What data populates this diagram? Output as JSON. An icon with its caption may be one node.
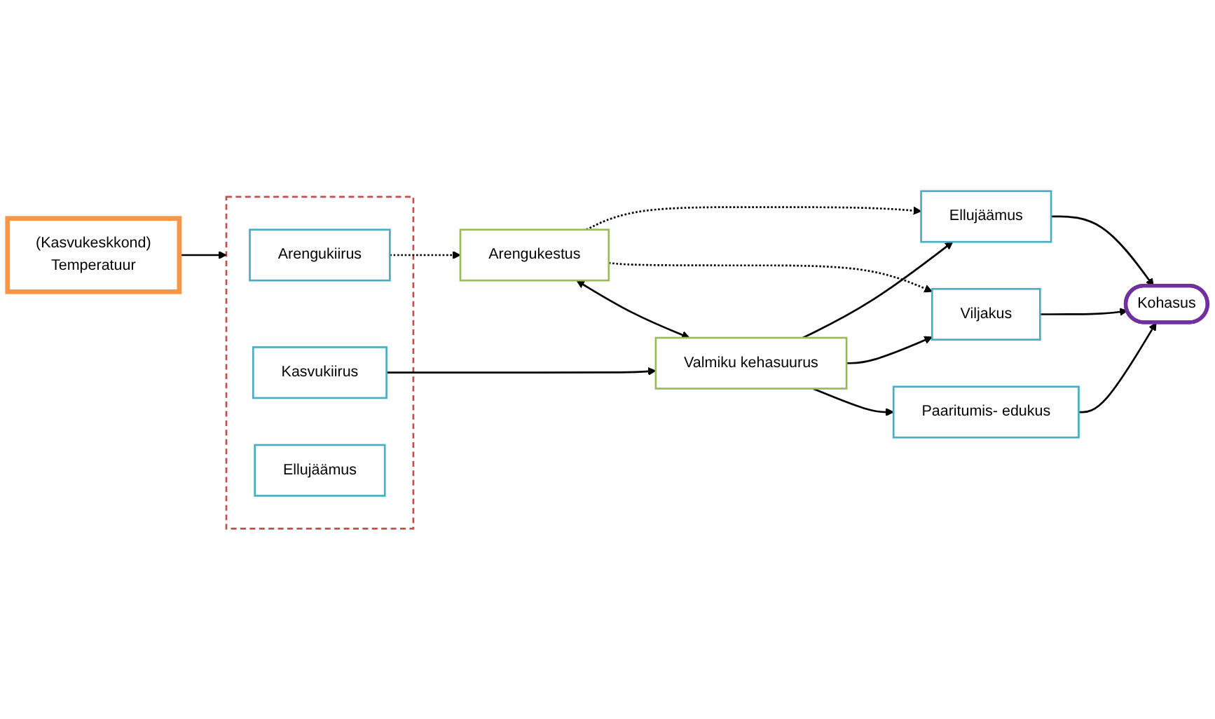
{
  "diagram": {
    "nodes": [
      {
        "text": [
          "(Kasvukeskkond)",
          "Temperatuur"
        ]
      },
      {
        "text": [],
        "shape": "box"
      },
      {
        "text": [
          "Arengukiirus"
        ],
        "in": 1
      },
      {
        "text": [
          "Kasvukiirus"
        ],
        "in": 1
      },
      {
        "text": [
          "Ellujäämus"
        ],
        "in": 1
      },
      {
        "text": [
          "Arengukestus"
        ]
      },
      {
        "text": [
          "Valmiku kehasuurus"
        ]
      },
      {
        "text": [
          "Paaritumis- edukus"
        ]
      },
      {
        "text": [
          "Viljakus"
        ]
      },
      {
        "text": [
          "Ellujäämus"
        ]
      },
      {
        "text": [
          "Kohasus"
        ]
      }
    ],
    "edges": [
      {
        "from": 0,
        "to": 1,
        "arrow": "to"
      },
      {
        "from": 2,
        "to": 5,
        "arrow": "to",
        "style": "dashed"
      },
      {
        "from": 5,
        "to": 6,
        "arrow": "both"
      },
      {
        "from": 3,
        "to": 6,
        "arrow": "to"
      },
      {
        "from": 6,
        "to": 7,
        "arrow": "to"
      },
      {
        "from": 6,
        "to": 8,
        "arrow": "to"
      },
      {
        "from": 6,
        "to": 9,
        "arrow": "to"
      },
      {
        "from": 5,
        "to": 8,
        "arrow": "to",
        "style": "dashed"
      },
      {
        "from": 5,
        "to": 9,
        "arrow": "to",
        "style": "dashed"
      },
      {
        "from": 7,
        "to": 10,
        "arrow": "to"
      },
      {
        "from": 8,
        "to": 10,
        "arrow": "to"
      },
      {
        "from": 9,
        "to": 10,
        "arrow": "to"
      }
    ]
  }
}
